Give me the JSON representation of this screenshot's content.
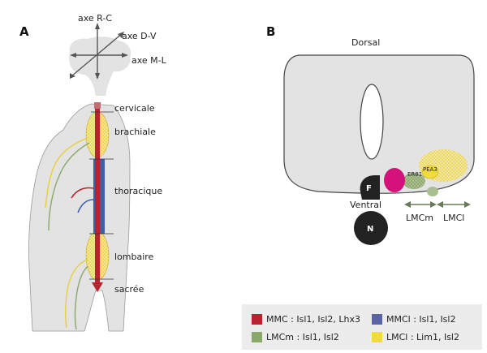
{
  "panels": {
    "a": "A",
    "b": "B"
  },
  "axes": {
    "rc": "axe R-C",
    "dv": "axe D-V",
    "ml": "axe M-L"
  },
  "segments": {
    "cervicale": "cervicale",
    "brachiale": "brachiale",
    "thoracique": "thoracique",
    "lombaire": "lombaire",
    "sacree": "sacrée"
  },
  "section": {
    "dorsal": "Dorsal",
    "ventral": "Ventral",
    "er81": "ER81",
    "pea3": "PEA3",
    "lmcm": "LMCm",
    "lmcl": "LMCl",
    "f": "F",
    "n": "N"
  },
  "legend": {
    "items": [
      {
        "label": "MMC : Isl1, Isl2, Lhx3",
        "color": "#b8232f"
      },
      {
        "label": "MMCl : Isl1, Isl2",
        "color": "#5a63a6"
      },
      {
        "label": "LMCm : Isl1, Isl2",
        "color": "#8aa86a"
      },
      {
        "label": "LMCl : Lim1, Isl2",
        "color": "#f2dc3c"
      }
    ]
  },
  "colors": {
    "tissue": "#e3e3e3",
    "outline": "#444444",
    "mmc": "#b8232f",
    "mmcl": "#3f5fae",
    "lmcm": "#8aa86a",
    "lmcl": "#f2dc3c",
    "magenta": "#d4127a",
    "dark": "#222222"
  }
}
